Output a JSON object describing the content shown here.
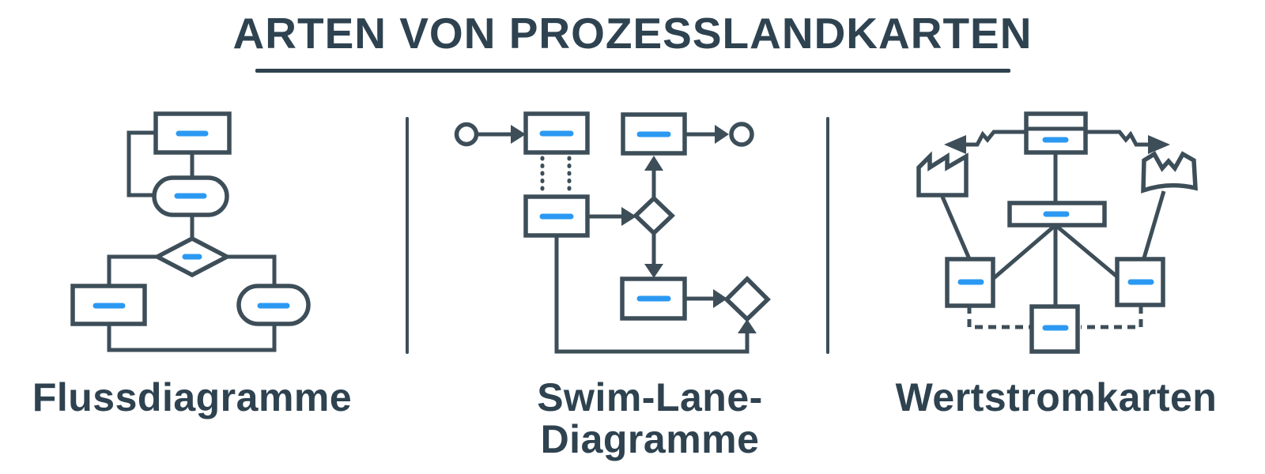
{
  "title": "ARTEN VON PROZESSLANDKARTEN",
  "sections": [
    {
      "name": "flussdiagramme",
      "label_lines": [
        "Flussdiagramme"
      ],
      "diagram_type": "flowchart",
      "icons": [
        "process-rectangle",
        "terminator-pill",
        "decision-diamond",
        "connector-elbow-lines",
        "text-placeholder-dash"
      ]
    },
    {
      "name": "swim-lane-diagramme",
      "label_lines": [
        "Swim-Lane-",
        "Diagramme"
      ],
      "diagram_type": "swimlane",
      "icons": [
        "start-circle",
        "task-rectangle",
        "gateway-diamond",
        "end-circle",
        "solid-arrow",
        "dotted-association-lines",
        "text-placeholder-dash"
      ]
    },
    {
      "name": "wertstromkarten",
      "label_lines": [
        "Wertstromkarten"
      ],
      "diagram_type": "value-stream-map",
      "icons": [
        "control-box",
        "supplier-factory",
        "customer-building",
        "zigzag-information-arrow",
        "process-box",
        "dashed-material-flow-lines",
        "text-placeholder-dash"
      ]
    }
  ],
  "theme": {
    "ink": "#2E4250",
    "line": "#3D4E59",
    "accent": "#2B99F2",
    "background": "#FFFFFF"
  }
}
